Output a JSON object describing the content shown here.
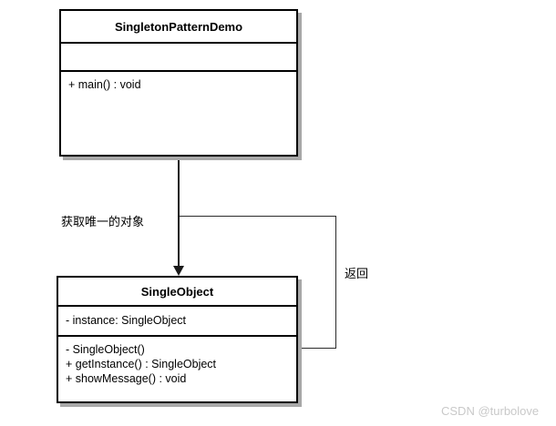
{
  "diagram": {
    "type": "uml-class-diagram",
    "background_color": "#ffffff",
    "line_color": "#1a1a1a",
    "shadow_color": "#a8a8a8"
  },
  "classes": [
    {
      "name": "SingletonPatternDemo",
      "attributes": [],
      "methods": [
        "+ main() : void"
      ]
    },
    {
      "name": "SingleObject",
      "attributes": [
        "- instance: SingleObject"
      ],
      "methods": [
        "- SingleObject()",
        "+ getInstance() : SingleObject",
        "+ showMessage() : void"
      ]
    }
  ],
  "edges": [
    {
      "label": "获取唯一的对象",
      "from": "SingletonPatternDemo",
      "to": "SingleObject",
      "style": "solid-filled-arrow"
    },
    {
      "label": "返回",
      "from": "SingleObject",
      "to": "SingletonPatternDemo",
      "style": "solid-plain"
    }
  ],
  "watermark": {
    "text": "CSDN @turbolove"
  }
}
